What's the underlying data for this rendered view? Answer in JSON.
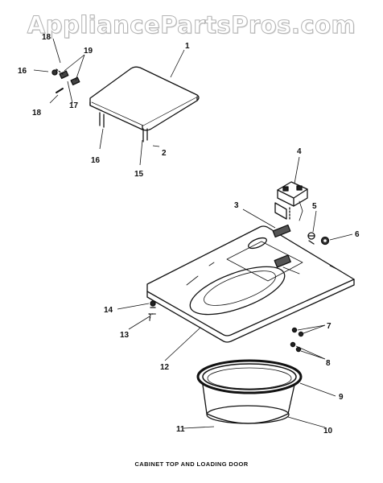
{
  "watermark": "AppliancePartsPros.com",
  "caption": "CABINET TOP AND LOADING DOOR",
  "callouts": {
    "c1": "1",
    "c2": "2",
    "c3": "3",
    "c4": "4",
    "c5": "5",
    "c6": "6",
    "c7": "7",
    "c8": "8",
    "c9": "9",
    "c10": "10",
    "c11": "11",
    "c12": "12",
    "c13": "13",
    "c14": "14",
    "c15": "15",
    "c16a": "16",
    "c16b": "16",
    "c17": "17",
    "c18a": "18",
    "c18b": "18",
    "c19": "19"
  }
}
